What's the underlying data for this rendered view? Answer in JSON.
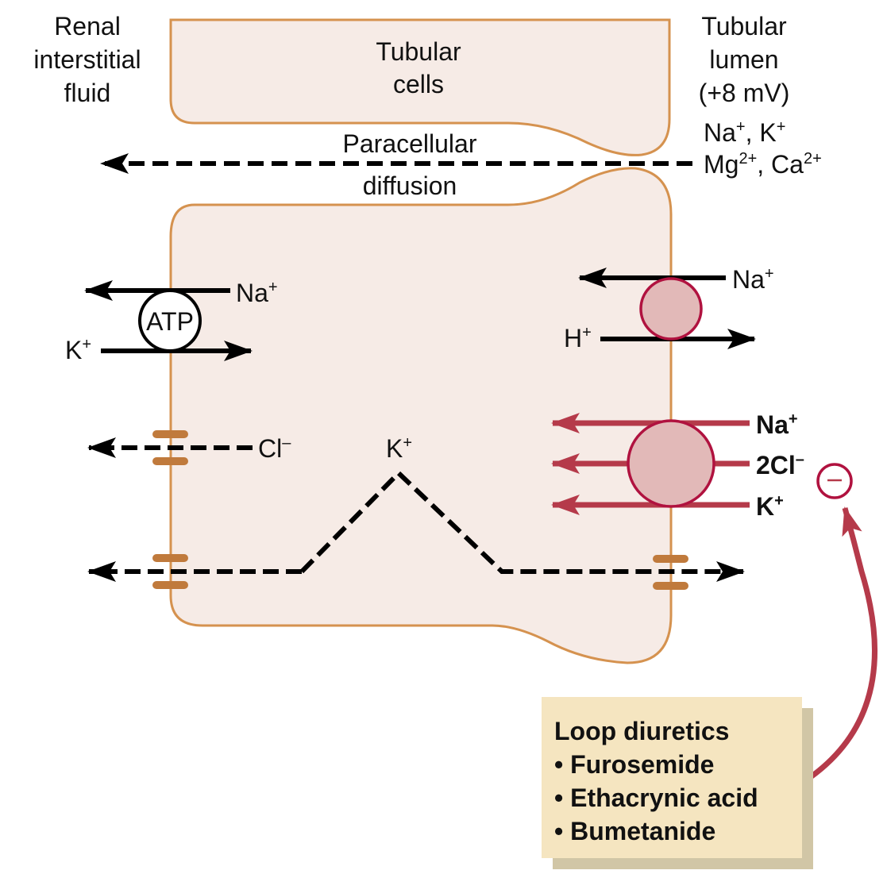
{
  "regions": {
    "interstitial": [
      "Renal",
      "interstitial",
      "fluid"
    ],
    "cells": [
      "Tubular",
      "cells"
    ],
    "lumen": [
      "Tubular",
      "lumen",
      "(+8 mV)"
    ]
  },
  "paracellular": {
    "label_top": "Paracellular",
    "label_bottom": "diffusion",
    "ions_line1": {
      "a": "Na",
      "a_sup": "+",
      "sep": ", ",
      "b": "K",
      "b_sup": "+"
    },
    "ions_line2": {
      "a": "Mg",
      "a_sup": "2+",
      "sep": ", ",
      "b": "Ca",
      "b_sup": "2+"
    }
  },
  "basolateral": {
    "pump_label": "ATP",
    "pump_in": {
      "ion": "Na",
      "sup": "+"
    },
    "pump_out": {
      "ion": "K",
      "sup": "+"
    },
    "chloride_channel": {
      "ion": "Cl",
      "sup": "–"
    }
  },
  "intracellular": {
    "potassium": {
      "ion": "K",
      "sup": "+"
    }
  },
  "apical": {
    "exchanger": {
      "in": {
        "ion": "Na",
        "sup": "+"
      },
      "out": {
        "ion": "H",
        "sup": "+"
      }
    },
    "cotransporter": {
      "ions": [
        {
          "ion": "Na",
          "sup": "+"
        },
        {
          "ion": "2Cl",
          "sup": "–"
        },
        {
          "ion": "K",
          "sup": "+"
        }
      ]
    },
    "inhibition_symbol": "–"
  },
  "drug_box": {
    "title": "Loop diuretics",
    "bullet": "•",
    "items": [
      "Furosemide",
      "Ethacrynic acid",
      "Bumetanide"
    ]
  },
  "colors": {
    "cell_fill": "#f6ebe6",
    "cell_border": "#d5924f",
    "channel": "#c07a3c",
    "transporter_fill": "#e2b9b8",
    "transporter_border": "#b0123f",
    "inhibition_arrow": "#b53a4a",
    "drug_box_fill": "#f5e5c0",
    "drug_box_shadow": "#d1c6a6"
  }
}
